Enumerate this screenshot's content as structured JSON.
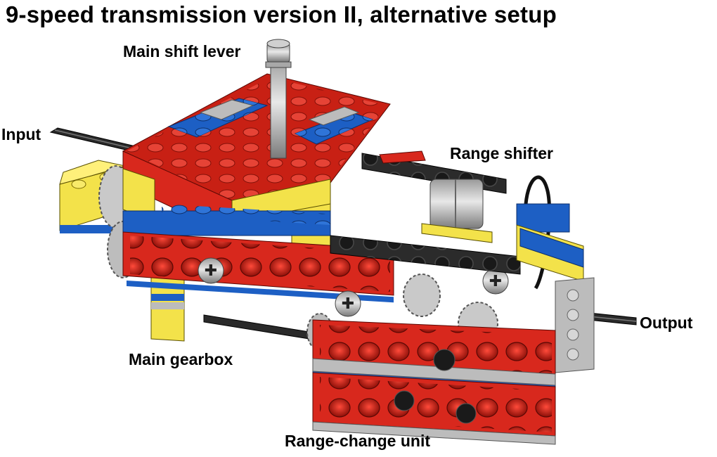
{
  "title": "9-speed transmission version II, alternative setup",
  "labels": {
    "main_shift_lever": "Main shift lever",
    "input": "Input",
    "range_shifter": "Range shifter",
    "output": "Output",
    "main_gearbox": "Main gearbox",
    "range_change_unit": "Range-change unit"
  },
  "colors": {
    "brick_red": "#d8281d",
    "brick_blue": "#1d5fc4",
    "brick_yellow": "#f3e24a",
    "brick_light_gray": "#bcbcbc",
    "beam_black": "#2b2b2b",
    "axle_dark": "#3a3a3a"
  }
}
